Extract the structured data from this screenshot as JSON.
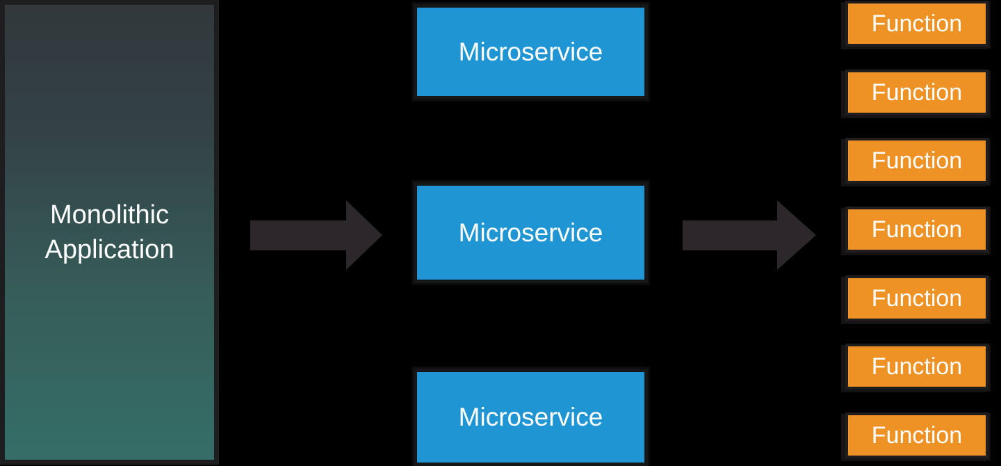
{
  "diagram": {
    "title": "Monolith to Microservices to Functions evolution diagram",
    "background_color": "#000000",
    "monolith": {
      "label_line1": "Monolithic",
      "label_line2": "Application",
      "gradient_top": "#32383c",
      "gradient_bottom": "#356e68",
      "text_color": "#ffffff"
    },
    "microservices": {
      "fill": "#2095d3",
      "text_color": "#ffffff",
      "items": [
        "Microservice",
        "Microservice",
        "Microservice"
      ]
    },
    "functions": {
      "fill": "#ef9226",
      "text_color": "#ffffff",
      "items": [
        "Function",
        "Function",
        "Function",
        "Function",
        "Function",
        "Function",
        "Function"
      ]
    },
    "arrows": {
      "color": "#2b272a",
      "direction": "right",
      "count": 2
    },
    "border_color": "#1e1d1f"
  }
}
